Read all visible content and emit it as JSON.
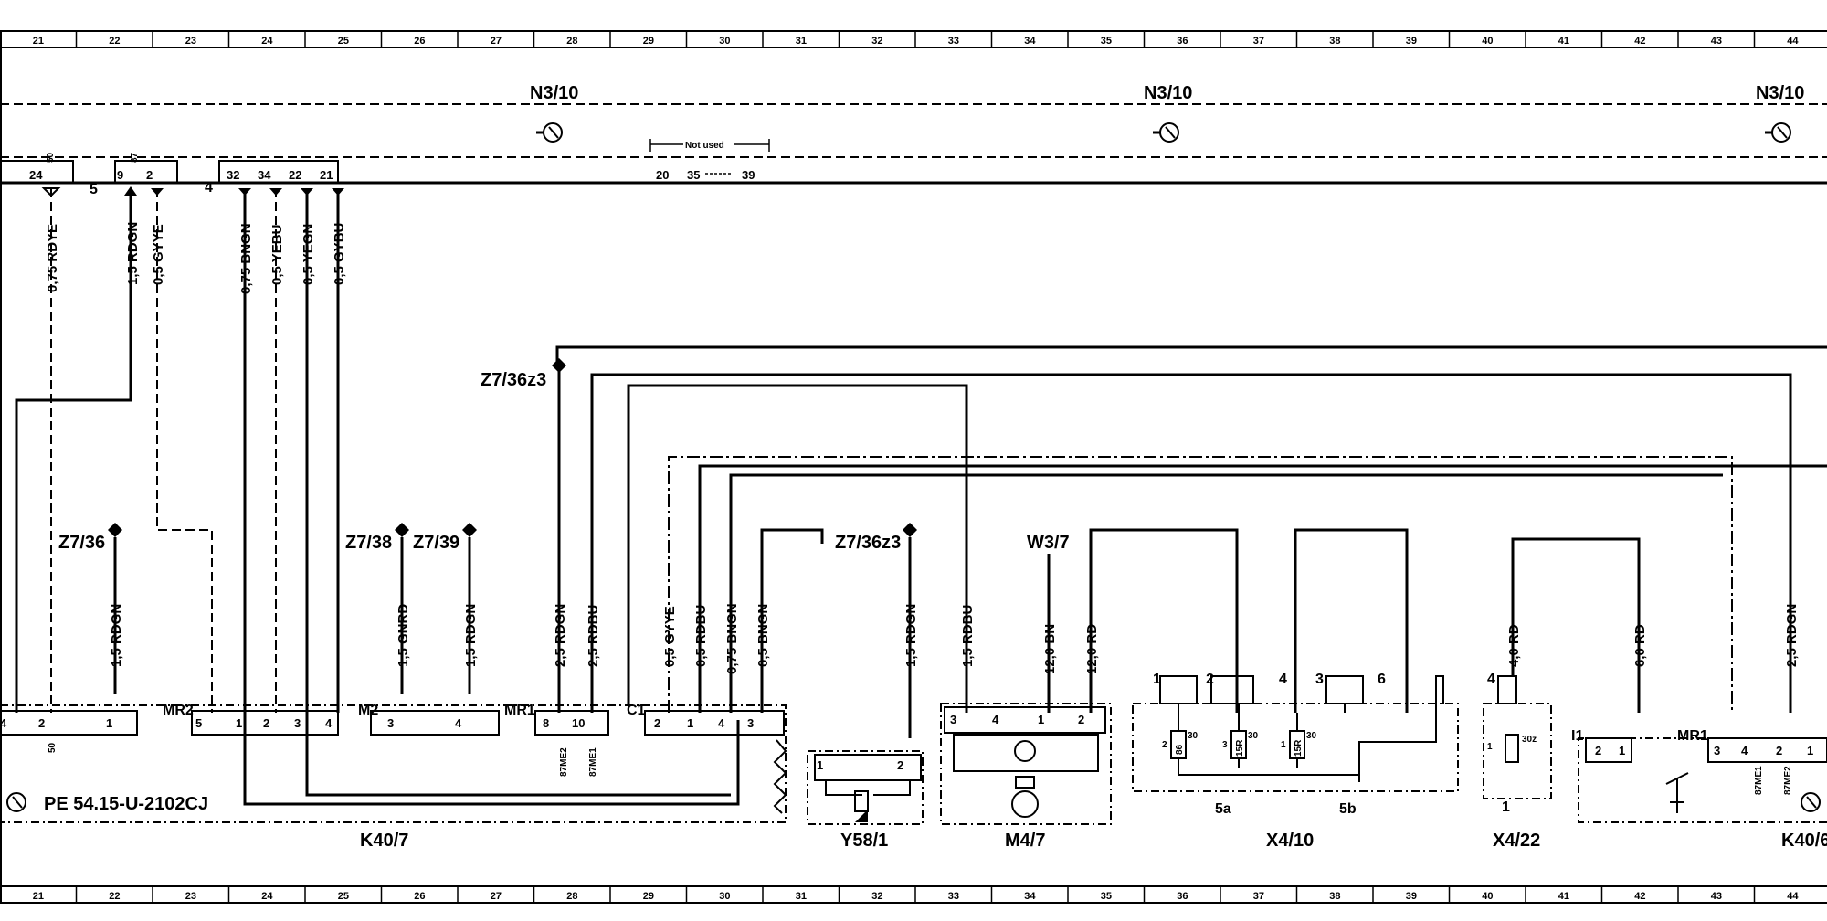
{
  "ruler": {
    "cells": [
      "21",
      "22",
      "23",
      "24",
      "25",
      "26",
      "27",
      "28",
      "29",
      "30",
      "31",
      "32",
      "33",
      "34",
      "35",
      "36",
      "37",
      "38",
      "39",
      "40",
      "41",
      "42",
      "43",
      "44"
    ]
  },
  "top": {
    "n3_labels": [
      "N3/10",
      "N3/10",
      "N3/10"
    ],
    "not_used": "Not used",
    "conn_a": [
      "24",
      "5",
      "9",
      "2",
      "4",
      "32",
      "34",
      "22",
      "21"
    ],
    "conn_b": [
      "20",
      "35",
      "39"
    ],
    "pin_tags": [
      "50",
      "87"
    ]
  },
  "wires": {
    "w1": "0,75 RDYE",
    "w2": "1,5 RDGN",
    "w3": "0,5 GYYE",
    "w4": "0,75 BNGN",
    "w5": "0,5 YEBU",
    "w6": "0,5 YEGN",
    "w7": "0,5 GYBU",
    "w8": "1,5 RDGN",
    "w9": "1,5 GNRD",
    "w10": "1,5 RDGN",
    "w11": "2,5 RDGN",
    "w12": "2,5 RDBU",
    "w13": "0,5 GYYE",
    "w14": "0,5 RDBU",
    "w15": "0,75 BNGN",
    "w16": "0,5 BNGN",
    "w17": "1,5 RDGN",
    "w18": "1,5 RDBU",
    "w19": "12,0 BN",
    "w20": "12,0 RD",
    "w21": "4,0 RD",
    "w22": "6,0 RD",
    "w23": "2,5 RDGN"
  },
  "points": {
    "z7_36z3_top": "Z7/36z3",
    "z7_36": "Z7/36",
    "z7_38": "Z7/38",
    "z7_39": "Z7/39",
    "z7_36z3_mid": "Z7/36z3",
    "w3_7": "W3/7"
  },
  "k40": {
    "mr2": "MR2",
    "m2": "M2",
    "mr1": "MR1",
    "c1": "C1",
    "pins": [
      "4",
      "2",
      "1",
      "5",
      "1",
      "2",
      "3",
      "4",
      "3",
      "4",
      "8",
      "10",
      "2",
      "1",
      "4",
      "3"
    ],
    "tags": [
      "50",
      "87ME2",
      "87ME1"
    ],
    "ref": "PE 54.15-U-2102CJ",
    "label": "K40/7"
  },
  "y58": {
    "pins": [
      "1",
      "2"
    ],
    "label": "Y58/1"
  },
  "m47": {
    "pins": [
      "3",
      "4",
      "1",
      "2"
    ],
    "label": "M4/7"
  },
  "x410": {
    "nums": [
      "1",
      "2",
      "4",
      "3",
      "6"
    ],
    "relays": [
      {
        "pin": "2",
        "tag": "30",
        "code": "86"
      },
      {
        "pin": "3",
        "tag": "30",
        "code": "15R"
      },
      {
        "pin": "1",
        "tag": "30",
        "code": "15R"
      }
    ],
    "bottom": [
      "5a",
      "5b"
    ],
    "label": "X4/10"
  },
  "x422": {
    "nums": [
      "4",
      "1",
      "1"
    ],
    "code": "30z",
    "label": "X4/22"
  },
  "k40r": {
    "i1": "I1",
    "mr1": "MR1",
    "pins": [
      "2",
      "1",
      "3",
      "4",
      "2",
      "1"
    ],
    "tags": [
      "87ME1",
      "87ME2"
    ],
    "label": "K40/6"
  }
}
